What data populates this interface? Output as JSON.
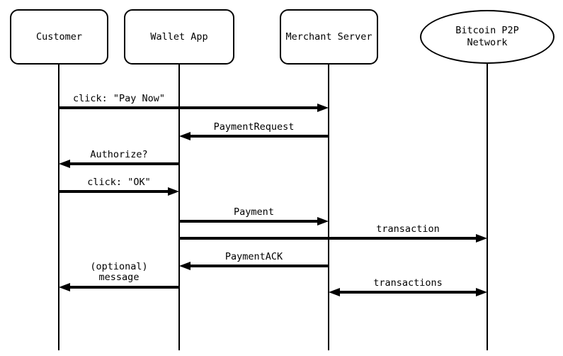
{
  "diagram": {
    "type": "sequence-diagram",
    "colors": {
      "line": "#000000",
      "background": "#ffffff",
      "shape_fill": "#ffffff"
    },
    "participants": [
      {
        "id": "customer",
        "label": "Customer",
        "shape": "rounded-rect"
      },
      {
        "id": "wallet-app",
        "label": "Wallet App",
        "shape": "rounded-rect"
      },
      {
        "id": "merchant-server",
        "label": "Merchant Server",
        "shape": "rounded-rect"
      },
      {
        "id": "bitcoin-p2p-network",
        "label": "Bitcoin P2P\nNetwork",
        "shape": "ellipse"
      }
    ],
    "messages": [
      {
        "label": "click: \"Pay Now\"",
        "from": "customer",
        "to": "merchant-server",
        "direction": "right"
      },
      {
        "label": "PaymentRequest",
        "from": "merchant-server",
        "to": "wallet-app",
        "direction": "left"
      },
      {
        "label": "Authorize?",
        "from": "wallet-app",
        "to": "customer",
        "direction": "left"
      },
      {
        "label": "click: \"OK\"",
        "from": "customer",
        "to": "wallet-app",
        "direction": "right"
      },
      {
        "label": "Payment",
        "from": "wallet-app",
        "to": "merchant-server",
        "direction": "right"
      },
      {
        "label": "transaction",
        "from": "wallet-app",
        "to": "bitcoin-p2p-network",
        "direction": "right"
      },
      {
        "label": "PaymentACK",
        "from": "merchant-server",
        "to": "wallet-app",
        "direction": "left"
      },
      {
        "label": "(optional)\nmessage",
        "from": "wallet-app",
        "to": "customer",
        "direction": "left"
      },
      {
        "label": "transactions",
        "from": "merchant-server",
        "to": "bitcoin-p2p-network",
        "direction": "both"
      }
    ]
  }
}
